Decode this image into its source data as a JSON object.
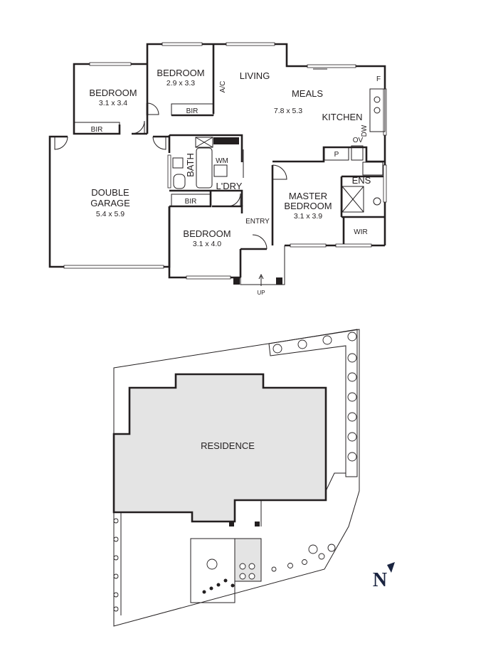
{
  "rooms": {
    "bedroom_nw": {
      "name": "BEDROOM",
      "size": "3.1 x 3.4"
    },
    "bedroom_n": {
      "name": "BEDROOM",
      "size": "2.9 x 3.3"
    },
    "living": {
      "name": "LIVING"
    },
    "meals": {
      "name": "MEALS",
      "size": "7.8 x 5.3"
    },
    "kitchen": {
      "name": "KITCHEN"
    },
    "garage": {
      "name1": "DOUBLE",
      "name2": "GARAGE",
      "size": "5.4 x 5.9"
    },
    "bath": {
      "name": "BATH"
    },
    "laundry": {
      "name": "L'DRY"
    },
    "master": {
      "name1": "MASTER",
      "name2": "BEDROOM",
      "size": "3.1 x 3.9"
    },
    "ensuite": {
      "name": "ENS"
    },
    "wir": {
      "name": "WIR"
    },
    "bedroom_s": {
      "name": "BEDROOM",
      "size": "3.1 x 4.0"
    },
    "entry": {
      "name": "ENTRY"
    }
  },
  "fixtures": {
    "bir1": "BIR",
    "bir2": "BIR",
    "bir3": "BIR",
    "ac": "A/C",
    "fridge": "F",
    "dishwasher": "DW",
    "oven": "OV",
    "pantry": "P",
    "washing_machine": "WM",
    "stairs": "UP"
  },
  "site": {
    "residence": "RESIDENCE"
  },
  "compass": {
    "north": "N"
  },
  "colors": {
    "ink": "#231f20",
    "residence_fill": "#e4e4e4",
    "paved_fill": "#e4e4e4"
  }
}
